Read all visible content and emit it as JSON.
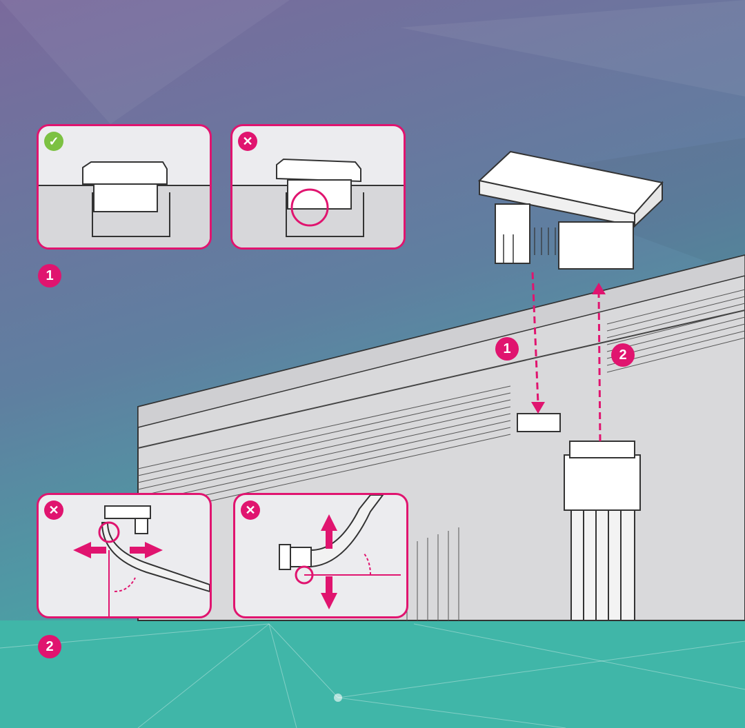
{
  "colors": {
    "accent": "#e0146f",
    "ok": "#7cc142",
    "bg_top": "#7a6a9c",
    "bg_bottom": "#3fb3a8"
  },
  "steps": [
    {
      "label": "1"
    },
    {
      "label": "2"
    }
  ],
  "callouts": [
    {
      "label": "1"
    },
    {
      "label": "2"
    }
  ],
  "panels": [
    {
      "status": "check-icon",
      "glyph": "✓"
    },
    {
      "status": "cross-icon",
      "glyph": "✕"
    },
    {
      "status": "cross-icon",
      "glyph": "✕"
    },
    {
      "status": "cross-icon",
      "glyph": "✕"
    }
  ]
}
